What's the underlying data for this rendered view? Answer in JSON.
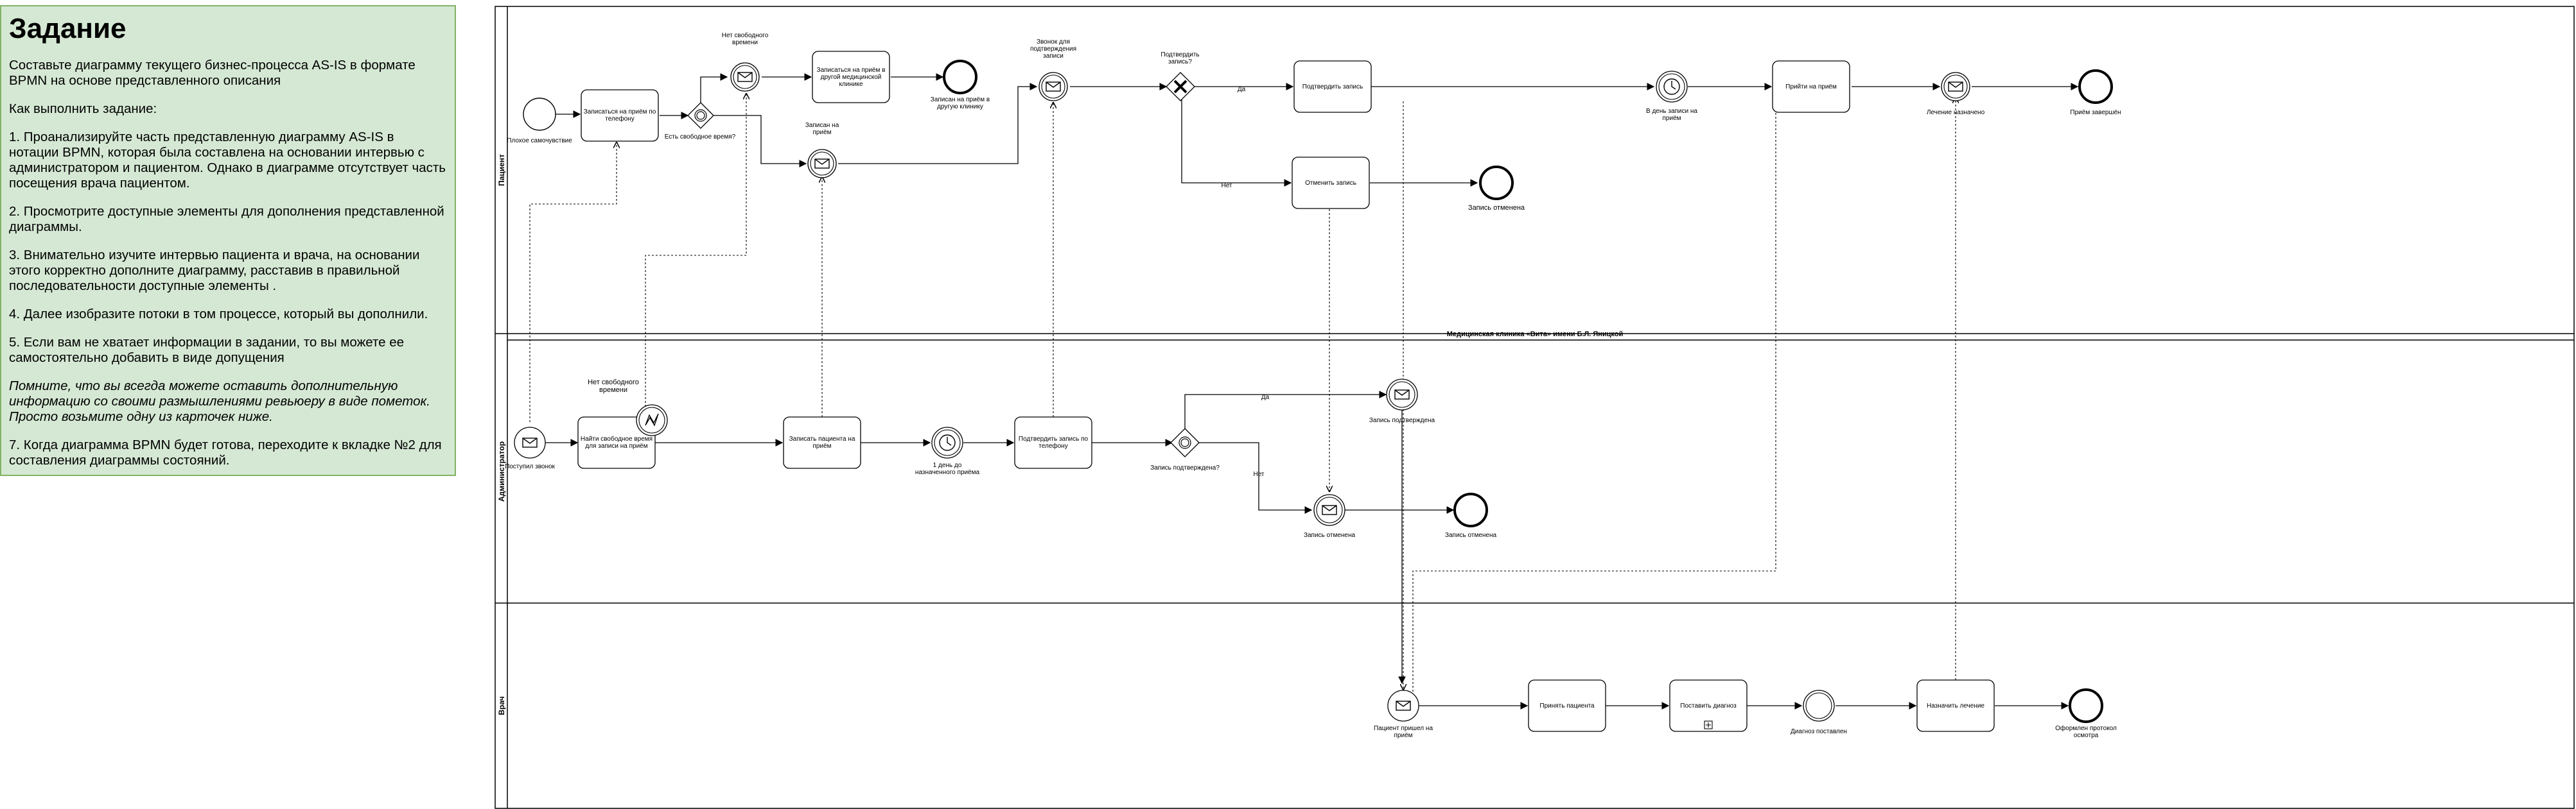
{
  "task": {
    "title": "Задание",
    "intro": "Составьте диаграмму текущего бизнес-процесса AS-IS в формате BPMN на основе представленного описания",
    "how_to": "Как выполнить задание:",
    "step1": "1. Проанализируйте часть представленную диаграмму AS-IS в нотации BPMN, которая была составлена на основании интервью с администратором и пациентом. Однако в диаграмме отсутствует часть посещения врача пациентом.",
    "step2": "2. Просмотрите доступные элементы для дополнения представленной диаграммы.",
    "step3": "3. Внимательно изучите интервью пациента и врача, на основании этого корректно дополните диаграмму, расставив в правильной последовательности доступные элементы .",
    "step4": "4. Далее изобразите потоки в том процессе, который вы дополнили.",
    "step5": "5. Если вам не хватает информации в задании, то вы можете ее самостоятельно добавить в виде допущения",
    "note": "Помните, что вы всегда можете оставить дополнительную информацию со своими размышлениями ревьюеру в виде пометок. Просто возьмите одну из карточек ниже.",
    "step7": "7. Когда диаграмма BPMN будет готова, переходите к вкладке №2 для составления диаграммы состояний."
  },
  "pool": {
    "title": "Медицинская клиника «Вита» имени Б.Л. Яницкой",
    "lanes": {
      "patient": "Пациент",
      "admin": "Администратор",
      "doctor": "Врач"
    }
  },
  "patient": {
    "start": "Плохое самочувствие",
    "call_task": "Записаться на приём по телефону",
    "gw_free": "Есть свободное время?",
    "ev_no_time": "Нет свободного времени",
    "task_other_clinic": "Записаться на приём в другой медицинской клинике",
    "end_other_clinic": "Записан на приём в другую клинику",
    "ev_booked": "Записан на приём",
    "ev_confirm_call": "Звонок для подтверждения записи",
    "gw_confirm": "Подтвердить запись?",
    "yes": "Да",
    "no": "Нет",
    "task_confirm": "Подтвердить запись",
    "task_cancel": "Отменить запись",
    "end_cancel": "Запись отменена",
    "timer_day": "В день записи на приём",
    "task_visit": "Прийти на приём",
    "ev_treatment": "Лечение назначено",
    "end_done": "Приём завершён"
  },
  "admin": {
    "start": "Поступил звонок",
    "task_find": "Найти свободное время для записи на приём",
    "ev_no_time": "Нет свободного времени",
    "task_book": "Записать пациента на приём",
    "timer": "1 день до назначенного приёма",
    "task_confirm_call": "Подтвердить запись по телефону",
    "gw_confirmed": "Запись подтверждена?",
    "yes": "Да",
    "no": "Нет",
    "ev_confirmed": "Запись подтверждена",
    "ev_cancelled": "Запись отменена",
    "end_cancelled": "Запись отменена"
  },
  "doctor": {
    "start": "Пациент пришел на приём",
    "task_accept": "Принять пациента",
    "task_diagnose": "Поставить диагноз",
    "ev_diagnosis": "Диагноз поставлен",
    "task_treat": "Назначить лечение",
    "end_protocol": "Оформлен протокол осмотра"
  }
}
